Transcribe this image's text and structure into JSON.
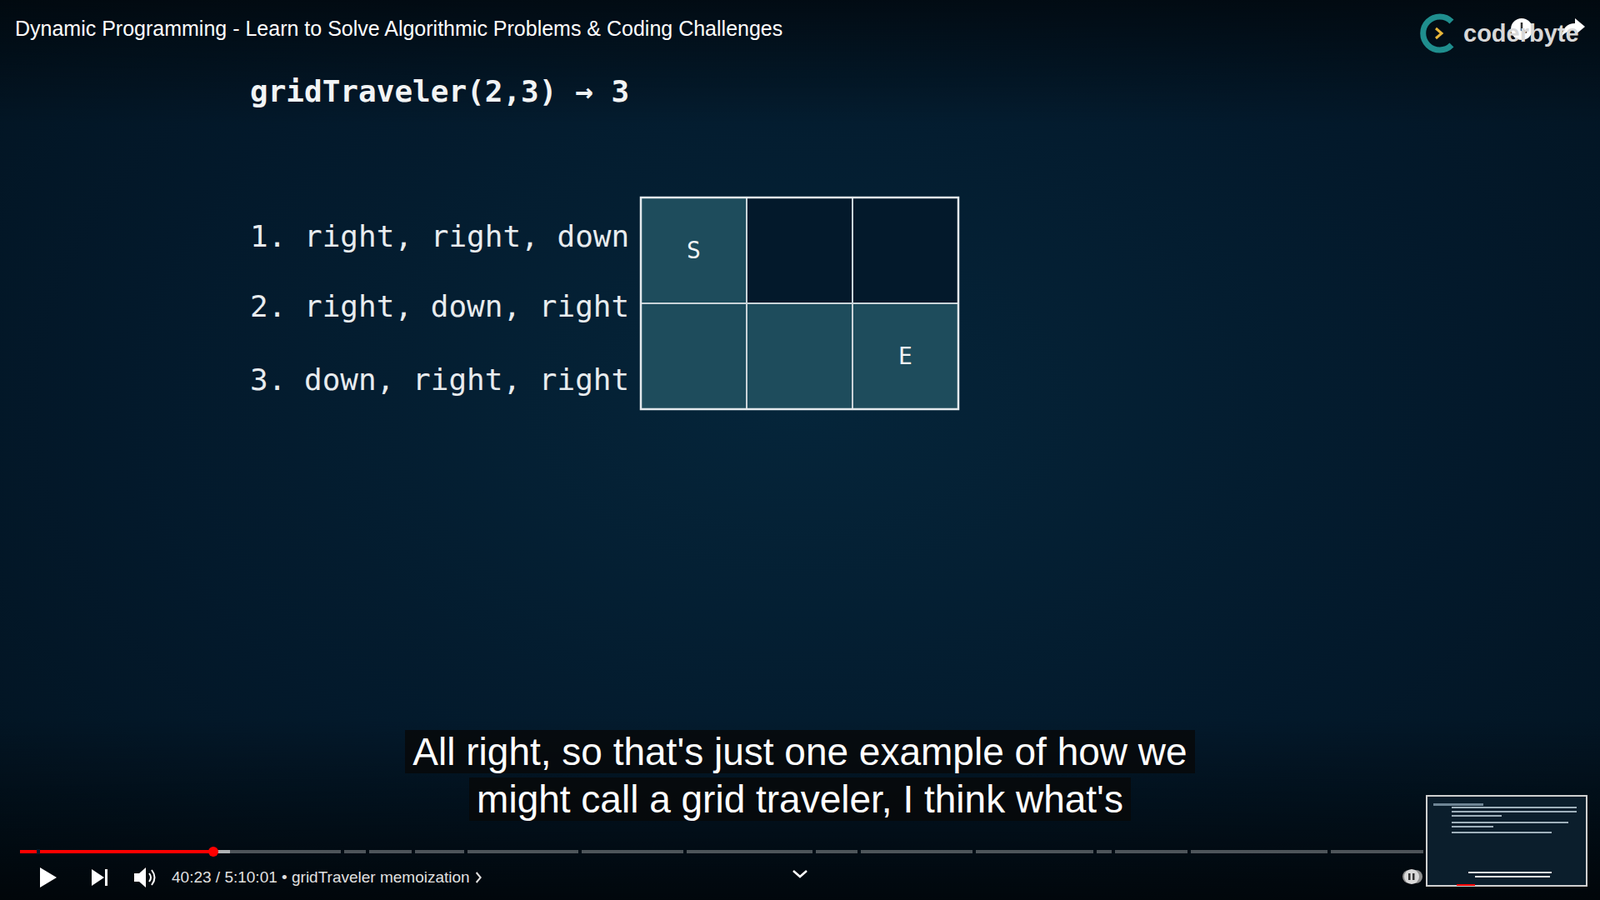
{
  "diagram": {
    "title": "gridTraveler(2,3) → 3",
    "nodes": [
      {
        "text": [
          "S"
        ]
      },
      {
        "text": [
          "E"
        ]
      }
    ],
    "labels": [
      "Dynamic Programming - Learn to Solve Algorithmic Problems & Coding Challenges",
      "1. right, right, down",
      "2. right, down, right",
      "3. down, right, right",
      "All right, so that's just one example of how we might call a grid traveler, I think what's",
      "40:23 / 5:10:01 • gridTraveler memoization",
      "coderbyte"
    ]
  }
}
